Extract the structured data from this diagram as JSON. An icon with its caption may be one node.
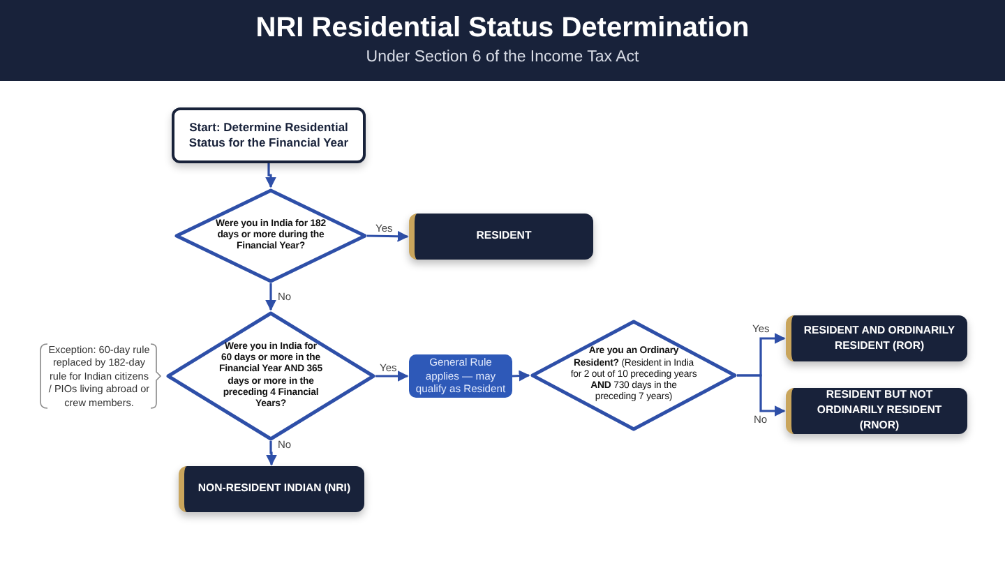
{
  "diagram": {
    "title": "NRI Residential Status Determination",
    "nodes": [
      {
        "text": [
          "Start: Determine Residential Status for the Financial Year"
        ]
      },
      {
        "text": [
          "Were you in India for 182 days or more during the Financial Year?"
        ]
      },
      {
        "text": [
          "RESIDENT"
        ]
      },
      {
        "text": [
          "Exception: 60-day rule replaced by 182-day rule for Indian citizens / PIOs living abroad or crew members."
        ]
      },
      {
        "text": [
          "Were you in India for 60 days or more in the Financial Year AND 365 days or more in the preceding 4 Financial Years?"
        ]
      },
      {
        "text": [
          "General Rule applies — may qualify as Resident"
        ]
      },
      {
        "text": [
          "**Are you an Ordinary Resident?** (Resident in India for 2 out of 10 preceding years **AND** 730 days in the preceding 7 years)"
        ]
      },
      {
        "text": [
          "RESIDENT AND ORDINARILY RESIDENT (ROR)"
        ]
      },
      {
        "text": [
          "RESIDENT BUT NOT ORDINARILY RESIDENT (RNOR)"
        ]
      },
      {
        "text": [
          "NON-RESIDENT INDIAN (NRI)"
        ]
      }
    ],
    "edges": [
      {
        "from": 0,
        "to": 1,
        "arrow": "to"
      },
      {
        "from": 1,
        "to": 2,
        "arrow": "to",
        "label": "Yes"
      },
      {
        "from": 1,
        "to": 4,
        "arrow": "to",
        "label": "No"
      },
      {
        "from": 4,
        "to": 5,
        "arrow": "to",
        "label": "Yes"
      },
      {
        "from": 4,
        "to": 9,
        "arrow": "to",
        "label": "No"
      },
      {
        "from": 5,
        "to": 6,
        "arrow": "to"
      },
      {
        "from": 6,
        "to": 7,
        "arrow": "to",
        "label": "Yes"
      },
      {
        "from": 6,
        "to": 8,
        "arrow": "to",
        "label": "No"
      }
    ],
    "labels": [
      "Under Section 6 of the Income Tax Act"
    ]
  }
}
